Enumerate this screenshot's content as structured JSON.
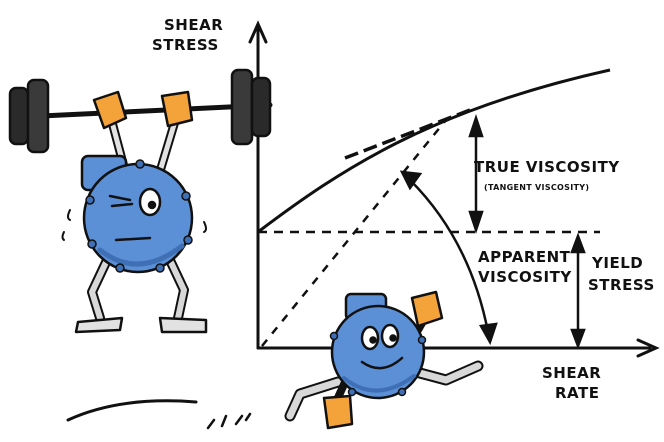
{
  "diagram": {
    "y_axis_label_line1": "SHEAR",
    "y_axis_label_line2": "STRESS",
    "x_axis_label_line1": "SHEAR",
    "x_axis_label_line2": "RATE",
    "true_viscosity_label": "TRUE VISCOSITY",
    "tangent_viscosity_label": "(TANGENT VISCOSITY)",
    "apparent_viscosity_line1": "APPARENT",
    "apparent_viscosity_line2": "VISCOSITY",
    "yield_stress_line1": "YIELD",
    "yield_stress_line2": "STRESS"
  },
  "colors": {
    "pump_body": "#5b8fd6",
    "pump_shadow": "#3f6fb5",
    "glove": "#f4a33a",
    "ink": "#111111",
    "legs": "#d8d8d8"
  },
  "icons": {
    "lifting_pump": "weightlifting-pump-mascot-icon",
    "running_pump": "running-pump-mascot-icon"
  }
}
